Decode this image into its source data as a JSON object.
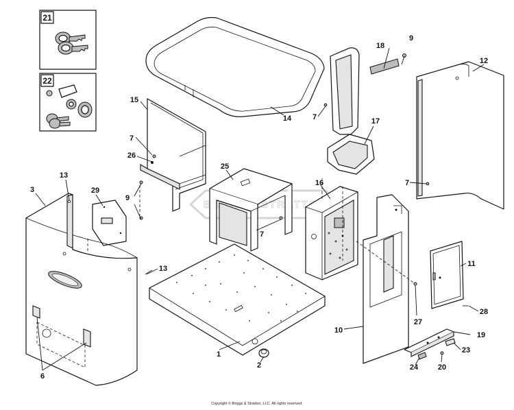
{
  "insets": [
    {
      "number": "21"
    },
    {
      "number": "22"
    }
  ],
  "watermark": "BRIGGS&STRATTON",
  "callouts": {
    "c1": "1",
    "c2": "2",
    "c3": "3",
    "c6": "6",
    "c7a": "7",
    "c7b": "7",
    "c7c": "7",
    "c7d": "7",
    "c9a": "9",
    "c9b": "9",
    "c10": "10",
    "c11": "11",
    "c12": "12",
    "c13a": "13",
    "c13b": "13",
    "c14": "14",
    "c15": "15",
    "c16": "16",
    "c17": "17",
    "c18": "18",
    "c19": "19",
    "c20": "20",
    "c23": "23",
    "c24": "24",
    "c25": "25",
    "c26": "26",
    "c27": "27",
    "c28": "28",
    "c29": "29"
  },
  "copyright": "Copyright © Briggs & Stratton, LLC. All rights reserved."
}
